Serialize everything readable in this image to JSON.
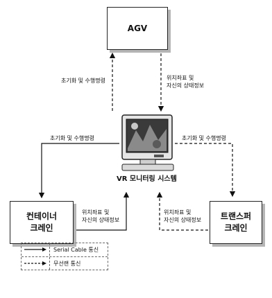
{
  "nodes": {
    "agv": "AGV",
    "vr_system": "VR 모니터링 시스템",
    "container_crane": [
      "컨테이너",
      "크레인"
    ],
    "transfer_crane": [
      "트랜스퍼",
      "크레인"
    ]
  },
  "edges": {
    "vr_to_agv": "초기화 및 수행명령",
    "agv_to_vr": [
      "위치좌표 및",
      "자신의 상태정보"
    ],
    "vr_to_container": "초기화 및 수행명령",
    "container_to_vr": [
      "위치좌표 및",
      "자신의 상태정보"
    ],
    "vr_to_transfer": "초기화 및 수행명령",
    "transfer_to_vr": [
      "위치좌표 및",
      "자신의 상태정보"
    ]
  },
  "legend": {
    "serial": "Serial Cable 통신",
    "wireless": "무선랜 통신"
  }
}
